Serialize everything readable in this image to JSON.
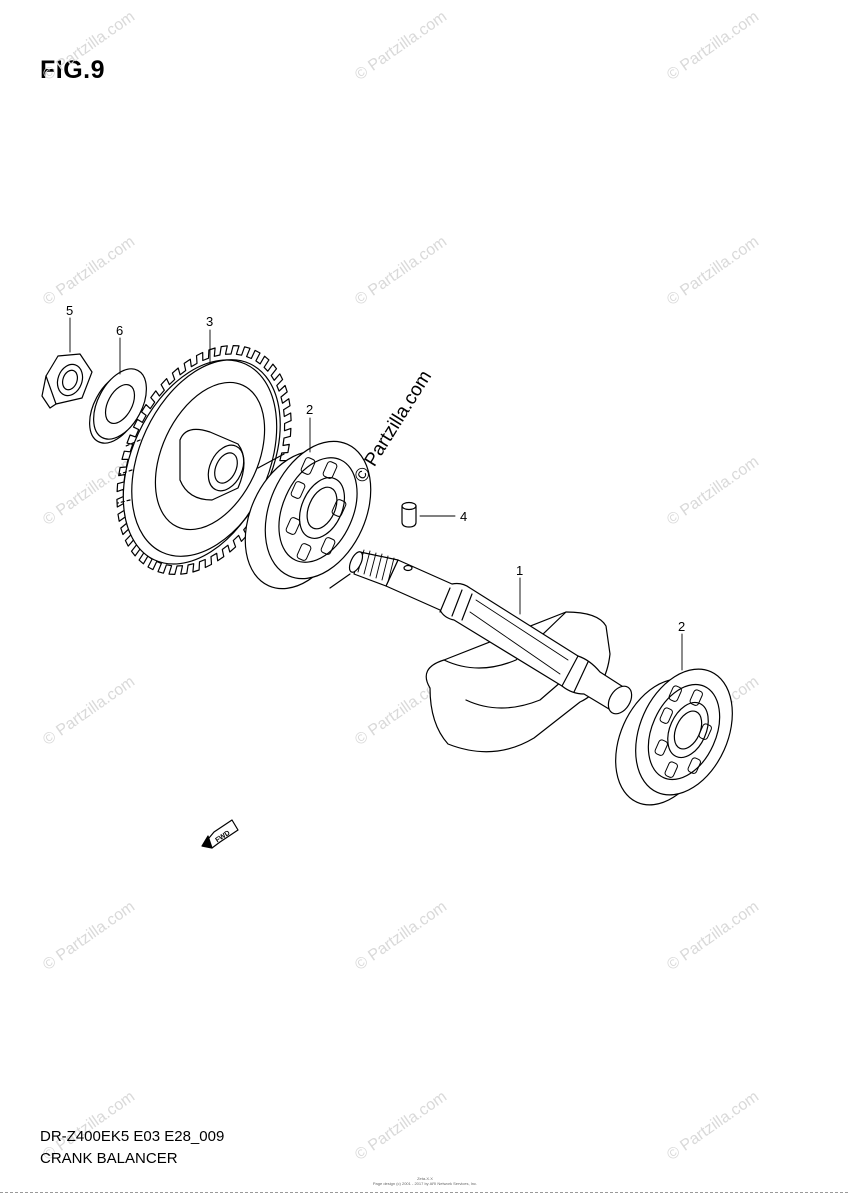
{
  "figure": {
    "title": "FIG.9"
  },
  "watermark": {
    "text": "© Partzilla.com"
  },
  "diagram_watermark": {
    "text": "© Partzilla.com"
  },
  "fwd_label": "FWD",
  "callouts": [
    "1",
    "2",
    "2",
    "3",
    "4",
    "5",
    "6"
  ],
  "footer": {
    "model_code": "DR-Z400EK5 E03 E28_009",
    "assembly_name": "CRANK BALANCER",
    "small_line1": "Zeta-X.X",
    "small_line2": "Page design (c) 2001 - 2017 by ARI Network Services, Inc."
  }
}
